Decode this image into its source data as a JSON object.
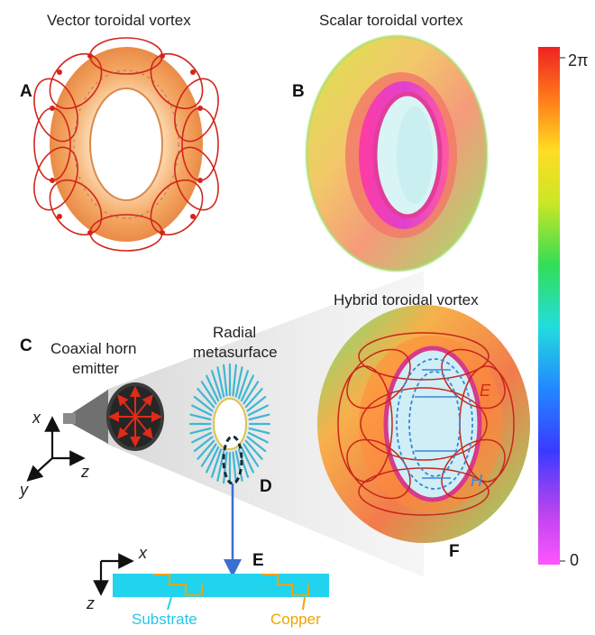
{
  "titles": {
    "a": "Vector toroidal vortex",
    "b": "Scalar toroidal vortex",
    "hybrid": "Hybrid toroidal vortex"
  },
  "panels": {
    "a": "A",
    "b": "B",
    "c": "C",
    "d": "D",
    "e": "E",
    "f": "F"
  },
  "labels": {
    "horn_line1": "Coaxial horn",
    "horn_line2": "emitter",
    "meta_line1": "Radial",
    "meta_line2": "metasurface",
    "field_e": "E",
    "field_h": "H",
    "substrate": "Substrate",
    "copper": "Copper"
  },
  "axes": {
    "main": {
      "x": "x",
      "y": "y",
      "z": "z"
    },
    "inset": {
      "x": "x",
      "z": "z"
    }
  },
  "colorbar": {
    "max_label": "2π",
    "min_label": "0"
  },
  "colors": {
    "substrate": "#22d3ee",
    "copper": "#f0a400",
    "e_field": "#e02a1a",
    "h_field": "#3a86d9",
    "torus_orange": "#f3a35a"
  }
}
